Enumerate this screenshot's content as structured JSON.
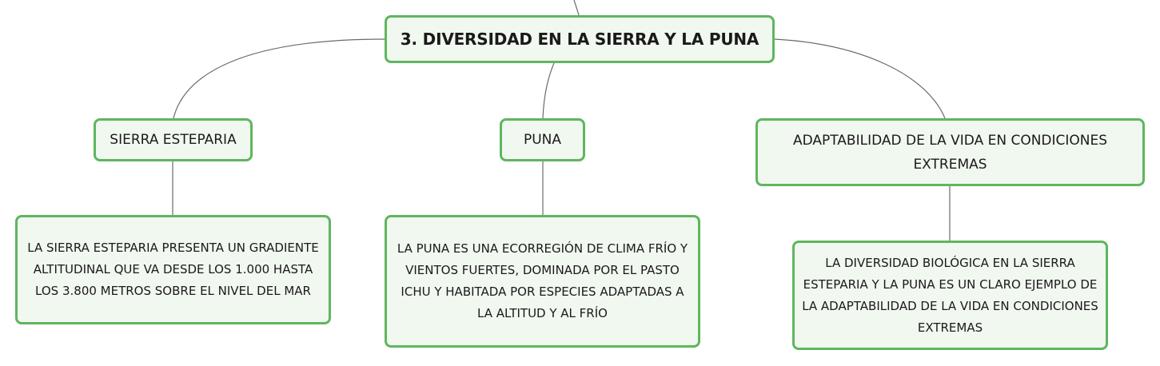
{
  "colors": {
    "node_border": "#5fb65f",
    "node_fill": "#f1f8f0",
    "connector": "#6b6b6b",
    "text": "#1a1a1a"
  },
  "root": {
    "title": "3. DIVERSIDAD EN LA SIERRA Y LA PUNA"
  },
  "topics": [
    {
      "label": "SIERRA ESTEPARIA",
      "detail": "LA SIERRA ESTEPARIA PRESENTA UN GRADIENTE ALTITUDINAL QUE VA DESDE LOS 1.000 HASTA LOS 3.800 METROS SOBRE EL NIVEL DEL MAR"
    },
    {
      "label": "PUNA",
      "detail": "LA PUNA ES UNA ECORREGIÓN DE CLIMA FRÍO Y VIENTOS FUERTES, DOMINADA POR EL PASTO ICHU Y HABITADA POR ESPECIES ADAPTADAS A LA ALTITUD Y AL FRÍO"
    },
    {
      "label": "ADAPTABILIDAD DE LA VIDA EN CONDICIONES EXTREMAS",
      "detail": "LA DIVERSIDAD BIOLÓGICA EN LA SIERRA ESTEPARIA Y LA PUNA ES UN CLARO EJEMPLO DE LA ADAPTABILIDAD DE LA VIDA EN CONDICIONES EXTREMAS"
    }
  ]
}
